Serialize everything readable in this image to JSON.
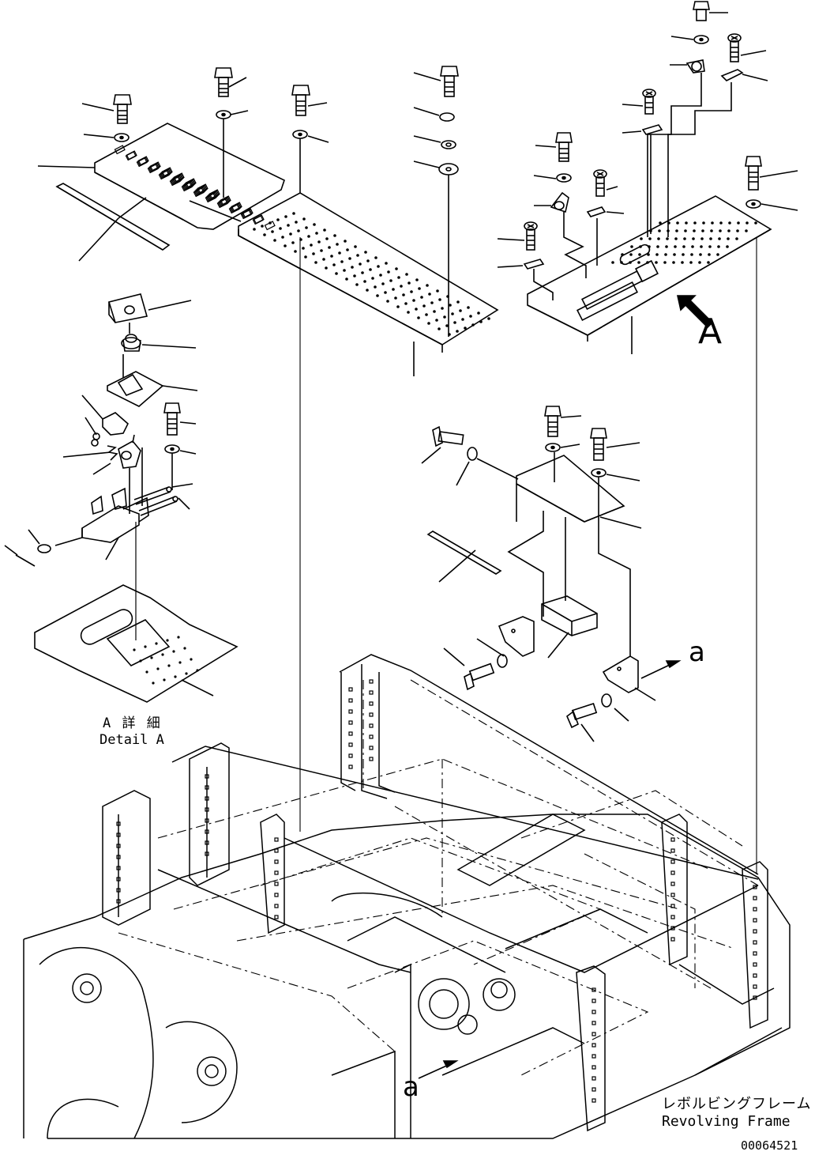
{
  "view_marker": "A",
  "detail_title_jp": "A 詳 細",
  "detail_title_en": "Detail A",
  "arrow_marker": "a",
  "frame_label_jp": "レボルビングフレーム",
  "frame_label_en": "Revolving Frame",
  "drawing_number": "00064521"
}
